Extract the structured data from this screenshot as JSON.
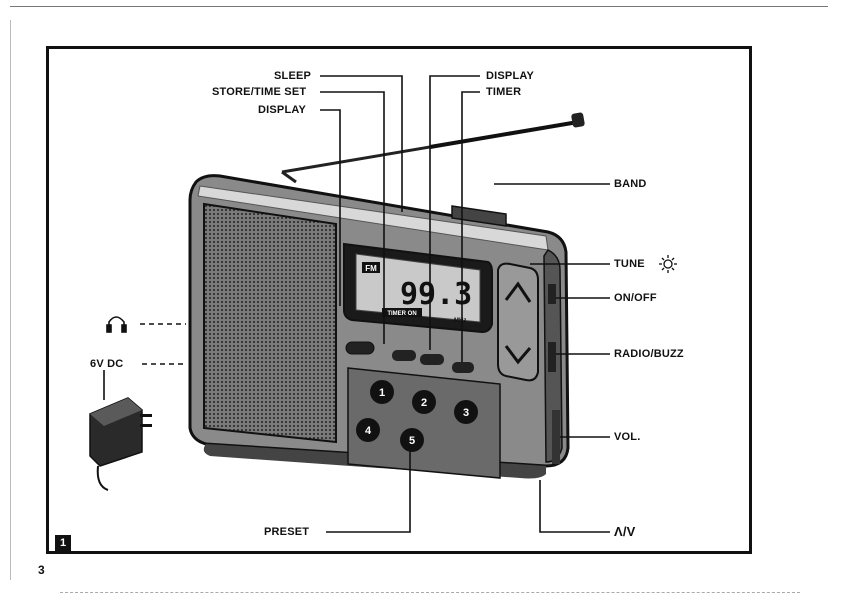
{
  "figure": {
    "number": "1"
  },
  "page": {
    "number": "3"
  },
  "callouts": {
    "sleep": "SLEEP",
    "store_time_set": "STORE/TIME SET",
    "display_left": "DISPLAY",
    "display_right": "DISPLAY",
    "timer": "TIMER",
    "band": "BAND",
    "tune": "TUNE",
    "on_off": "ON/OFF",
    "radio_buzz": "RADIO/BUZZ",
    "vol": "VOL.",
    "preset": "PRESET",
    "up_down": "Λ/V",
    "dc_input": "6V DC"
  },
  "lcd": {
    "band": "FM",
    "frequency": "99.3",
    "unit": "MHz",
    "mode": "TIMER ON"
  },
  "preset_keys": [
    "1",
    "2",
    "3",
    "4",
    "5"
  ],
  "icons": [
    "headphone-icon",
    "light-icon",
    "adapter-icon"
  ]
}
